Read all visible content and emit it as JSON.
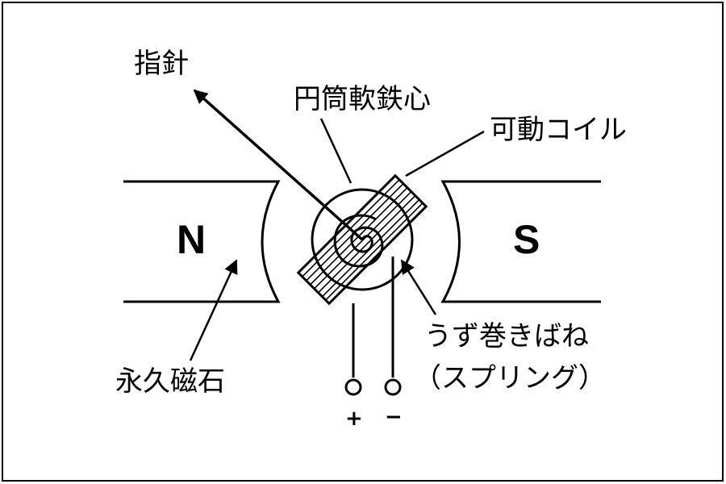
{
  "labels": {
    "pointer": "指針",
    "core": "円筒軟鉄心",
    "coil": "可動コイル",
    "magnet": "永久磁石",
    "spring_1": "うず巻きばね",
    "spring_2": "（スプリング）",
    "north": "N",
    "south": "S",
    "plus": "+",
    "minus": "−"
  }
}
